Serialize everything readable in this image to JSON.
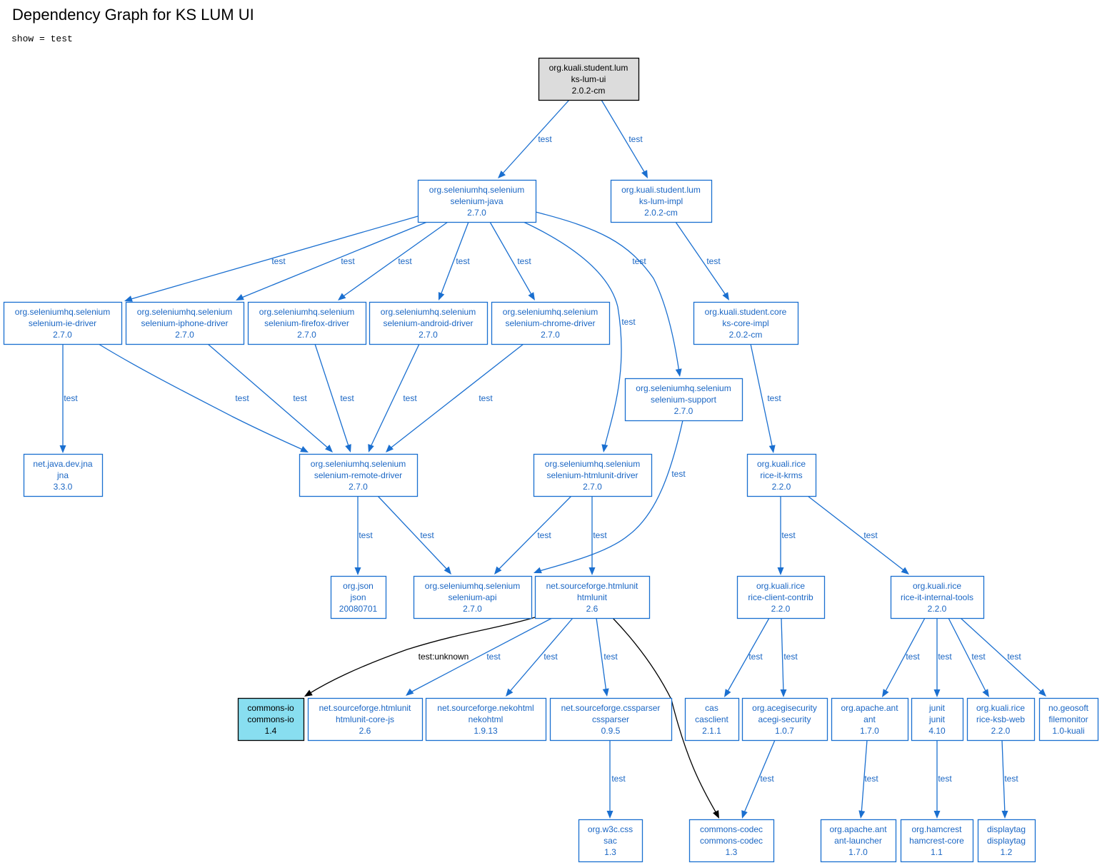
{
  "title": "Dependency Graph for KS LUM UI",
  "subtitle": "show = test",
  "colors": {
    "accent": "#1a6fd0",
    "root_fill": "#dcdcdc",
    "conflict_fill": "#88def0"
  },
  "nodes": [
    {
      "id": "ksui",
      "lines": [
        "org.kuali.student.lum",
        "ks-lum-ui",
        "2.0.2-cm"
      ],
      "style": "root"
    },
    {
      "id": "seljava",
      "lines": [
        "org.seleniumhq.selenium",
        "selenium-java",
        "2.7.0"
      ]
    },
    {
      "id": "lumimpl",
      "lines": [
        "org.kuali.student.lum",
        "ks-lum-impl",
        "2.0.2-cm"
      ]
    },
    {
      "id": "iedrv",
      "lines": [
        "org.seleniumhq.selenium",
        "selenium-ie-driver",
        "2.7.0"
      ]
    },
    {
      "id": "iphone",
      "lines": [
        "org.seleniumhq.selenium",
        "selenium-iphone-driver",
        "2.7.0"
      ]
    },
    {
      "id": "firefox",
      "lines": [
        "org.seleniumhq.selenium",
        "selenium-firefox-driver",
        "2.7.0"
      ]
    },
    {
      "id": "android",
      "lines": [
        "org.seleniumhq.selenium",
        "selenium-android-driver",
        "2.7.0"
      ]
    },
    {
      "id": "chrome",
      "lines": [
        "org.seleniumhq.selenium",
        "selenium-chrome-driver",
        "2.7.0"
      ]
    },
    {
      "id": "coreimpl",
      "lines": [
        "org.kuali.student.core",
        "ks-core-impl",
        "2.0.2-cm"
      ]
    },
    {
      "id": "support",
      "lines": [
        "org.seleniumhq.selenium",
        "selenium-support",
        "2.7.0"
      ]
    },
    {
      "id": "jna",
      "lines": [
        "net.java.dev.jna",
        "jna",
        "3.3.0"
      ]
    },
    {
      "id": "remote",
      "lines": [
        "org.seleniumhq.selenium",
        "selenium-remote-driver",
        "2.7.0"
      ]
    },
    {
      "id": "htmlunitdrv",
      "lines": [
        "org.seleniumhq.selenium",
        "selenium-htmlunit-driver",
        "2.7.0"
      ]
    },
    {
      "id": "krms",
      "lines": [
        "org.kuali.rice",
        "rice-it-krms",
        "2.2.0"
      ]
    },
    {
      "id": "json",
      "lines": [
        "org.json",
        "json",
        "20080701"
      ]
    },
    {
      "id": "selapi",
      "lines": [
        "org.seleniumhq.selenium",
        "selenium-api",
        "2.7.0"
      ]
    },
    {
      "id": "htmlunit",
      "lines": [
        "net.sourceforge.htmlunit",
        "htmlunit",
        "2.6"
      ]
    },
    {
      "id": "clientcontrib",
      "lines": [
        "org.kuali.rice",
        "rice-client-contrib",
        "2.2.0"
      ]
    },
    {
      "id": "inttools",
      "lines": [
        "org.kuali.rice",
        "rice-it-internal-tools",
        "2.2.0"
      ]
    },
    {
      "id": "commonsio",
      "lines": [
        "commons-io",
        "commons-io",
        "1.4"
      ],
      "style": "conflict"
    },
    {
      "id": "corejs",
      "lines": [
        "net.sourceforge.htmlunit",
        "htmlunit-core-js",
        "2.6"
      ]
    },
    {
      "id": "nekohtml",
      "lines": [
        "net.sourceforge.nekohtml",
        "nekohtml",
        "1.9.13"
      ]
    },
    {
      "id": "cssparser",
      "lines": [
        "net.sourceforge.cssparser",
        "cssparser",
        "0.9.5"
      ]
    },
    {
      "id": "cas",
      "lines": [
        "cas",
        "casclient",
        "2.1.1"
      ]
    },
    {
      "id": "acegi",
      "lines": [
        "org.acegisecurity",
        "acegi-security",
        "1.0.7"
      ]
    },
    {
      "id": "ant",
      "lines": [
        "org.apache.ant",
        "ant",
        "1.7.0"
      ]
    },
    {
      "id": "junit",
      "lines": [
        "junit",
        "junit",
        "4.10"
      ]
    },
    {
      "id": "ksbweb",
      "lines": [
        "org.kuali.rice",
        "rice-ksb-web",
        "2.2.0"
      ]
    },
    {
      "id": "filemon",
      "lines": [
        "no.geosoft",
        "filemonitor",
        "1.0-kuali"
      ]
    },
    {
      "id": "sac",
      "lines": [
        "org.w3c.css",
        "sac",
        "1.3"
      ]
    },
    {
      "id": "codec",
      "lines": [
        "commons-codec",
        "commons-codec",
        "1.3"
      ]
    },
    {
      "id": "antlauncher",
      "lines": [
        "org.apache.ant",
        "ant-launcher",
        "1.7.0"
      ]
    },
    {
      "id": "hamcrest",
      "lines": [
        "org.hamcrest",
        "hamcrest-core",
        "1.1"
      ]
    },
    {
      "id": "displaytag",
      "lines": [
        "displaytag",
        "displaytag",
        "1.2"
      ]
    }
  ],
  "edges": [
    {
      "from": "ksui",
      "to": "seljava",
      "label": "test"
    },
    {
      "from": "ksui",
      "to": "lumimpl",
      "label": "test"
    },
    {
      "from": "seljava",
      "to": "iedrv",
      "label": "test"
    },
    {
      "from": "seljava",
      "to": "iphone",
      "label": "test"
    },
    {
      "from": "seljava",
      "to": "firefox",
      "label": "test"
    },
    {
      "from": "seljava",
      "to": "android",
      "label": "test"
    },
    {
      "from": "seljava",
      "to": "chrome",
      "label": "test"
    },
    {
      "from": "seljava",
      "to": "htmlunitdrv",
      "label": "test"
    },
    {
      "from": "seljava",
      "to": "support",
      "label": "test"
    },
    {
      "from": "lumimpl",
      "to": "coreimpl",
      "label": "test"
    },
    {
      "from": "iedrv",
      "to": "jna",
      "label": "test"
    },
    {
      "from": "iedrv",
      "to": "remote",
      "label": "test"
    },
    {
      "from": "iphone",
      "to": "remote",
      "label": "test"
    },
    {
      "from": "firefox",
      "to": "remote",
      "label": "test"
    },
    {
      "from": "android",
      "to": "remote",
      "label": "test"
    },
    {
      "from": "chrome",
      "to": "remote",
      "label": "test"
    },
    {
      "from": "coreimpl",
      "to": "krms",
      "label": "test"
    },
    {
      "from": "support",
      "to": "selapi",
      "label": "test"
    },
    {
      "from": "remote",
      "to": "json",
      "label": "test"
    },
    {
      "from": "remote",
      "to": "selapi",
      "label": "test"
    },
    {
      "from": "htmlunitdrv",
      "to": "selapi",
      "label": "test"
    },
    {
      "from": "htmlunitdrv",
      "to": "htmlunit",
      "label": "test"
    },
    {
      "from": "krms",
      "to": "clientcontrib",
      "label": "test"
    },
    {
      "from": "krms",
      "to": "inttools",
      "label": "test"
    },
    {
      "from": "htmlunit",
      "to": "commonsio",
      "label": "test:unknown",
      "style": "dark"
    },
    {
      "from": "htmlunit",
      "to": "corejs",
      "label": "test"
    },
    {
      "from": "htmlunit",
      "to": "nekohtml",
      "label": "test"
    },
    {
      "from": "htmlunit",
      "to": "cssparser",
      "label": "test"
    },
    {
      "from": "htmlunit",
      "to": "codec",
      "label": "",
      "style": "dark"
    },
    {
      "from": "clientcontrib",
      "to": "cas",
      "label": "test"
    },
    {
      "from": "clientcontrib",
      "to": "acegi",
      "label": "test"
    },
    {
      "from": "inttools",
      "to": "ant",
      "label": "test"
    },
    {
      "from": "inttools",
      "to": "junit",
      "label": "test"
    },
    {
      "from": "inttools",
      "to": "ksbweb",
      "label": "test"
    },
    {
      "from": "inttools",
      "to": "filemon",
      "label": "test"
    },
    {
      "from": "cssparser",
      "to": "sac",
      "label": "test"
    },
    {
      "from": "acegi",
      "to": "codec",
      "label": "test"
    },
    {
      "from": "ant",
      "to": "antlauncher",
      "label": "test"
    },
    {
      "from": "junit",
      "to": "hamcrest",
      "label": "test"
    },
    {
      "from": "ksbweb",
      "to": "displaytag",
      "label": "test"
    }
  ]
}
